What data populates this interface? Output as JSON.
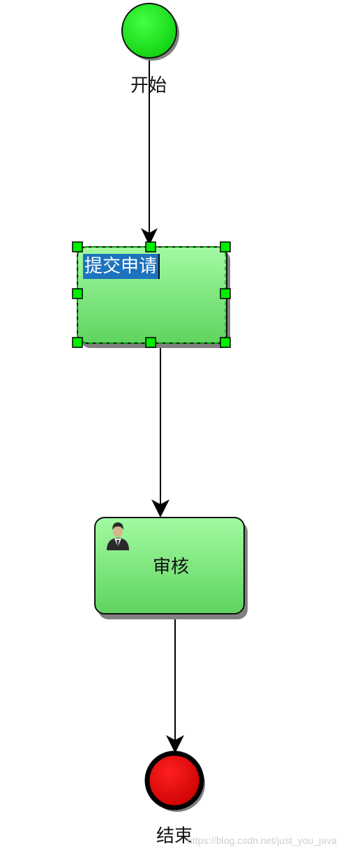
{
  "diagram": {
    "nodes": {
      "start": {
        "label": "开始",
        "color": "#1ee01e"
      },
      "task1": {
        "label": "提交申请",
        "selected": true,
        "fill_top": "#a0f8a0",
        "fill_bottom": "#62d862"
      },
      "task2": {
        "label": "审核",
        "icon": "user-icon",
        "fill_top": "#a0f8a0",
        "fill_bottom": "#62d062"
      },
      "end": {
        "label": "结束",
        "color": "#e00000"
      }
    },
    "edges": [
      {
        "from": "start",
        "to": "task1"
      },
      {
        "from": "task1",
        "to": "task2"
      },
      {
        "from": "task2",
        "to": "end"
      }
    ],
    "selection_handle_color": "#00ee00",
    "selection_text_highlight": "#1e73be"
  },
  "watermark": "https://blog.csdn.net/just_you_java"
}
